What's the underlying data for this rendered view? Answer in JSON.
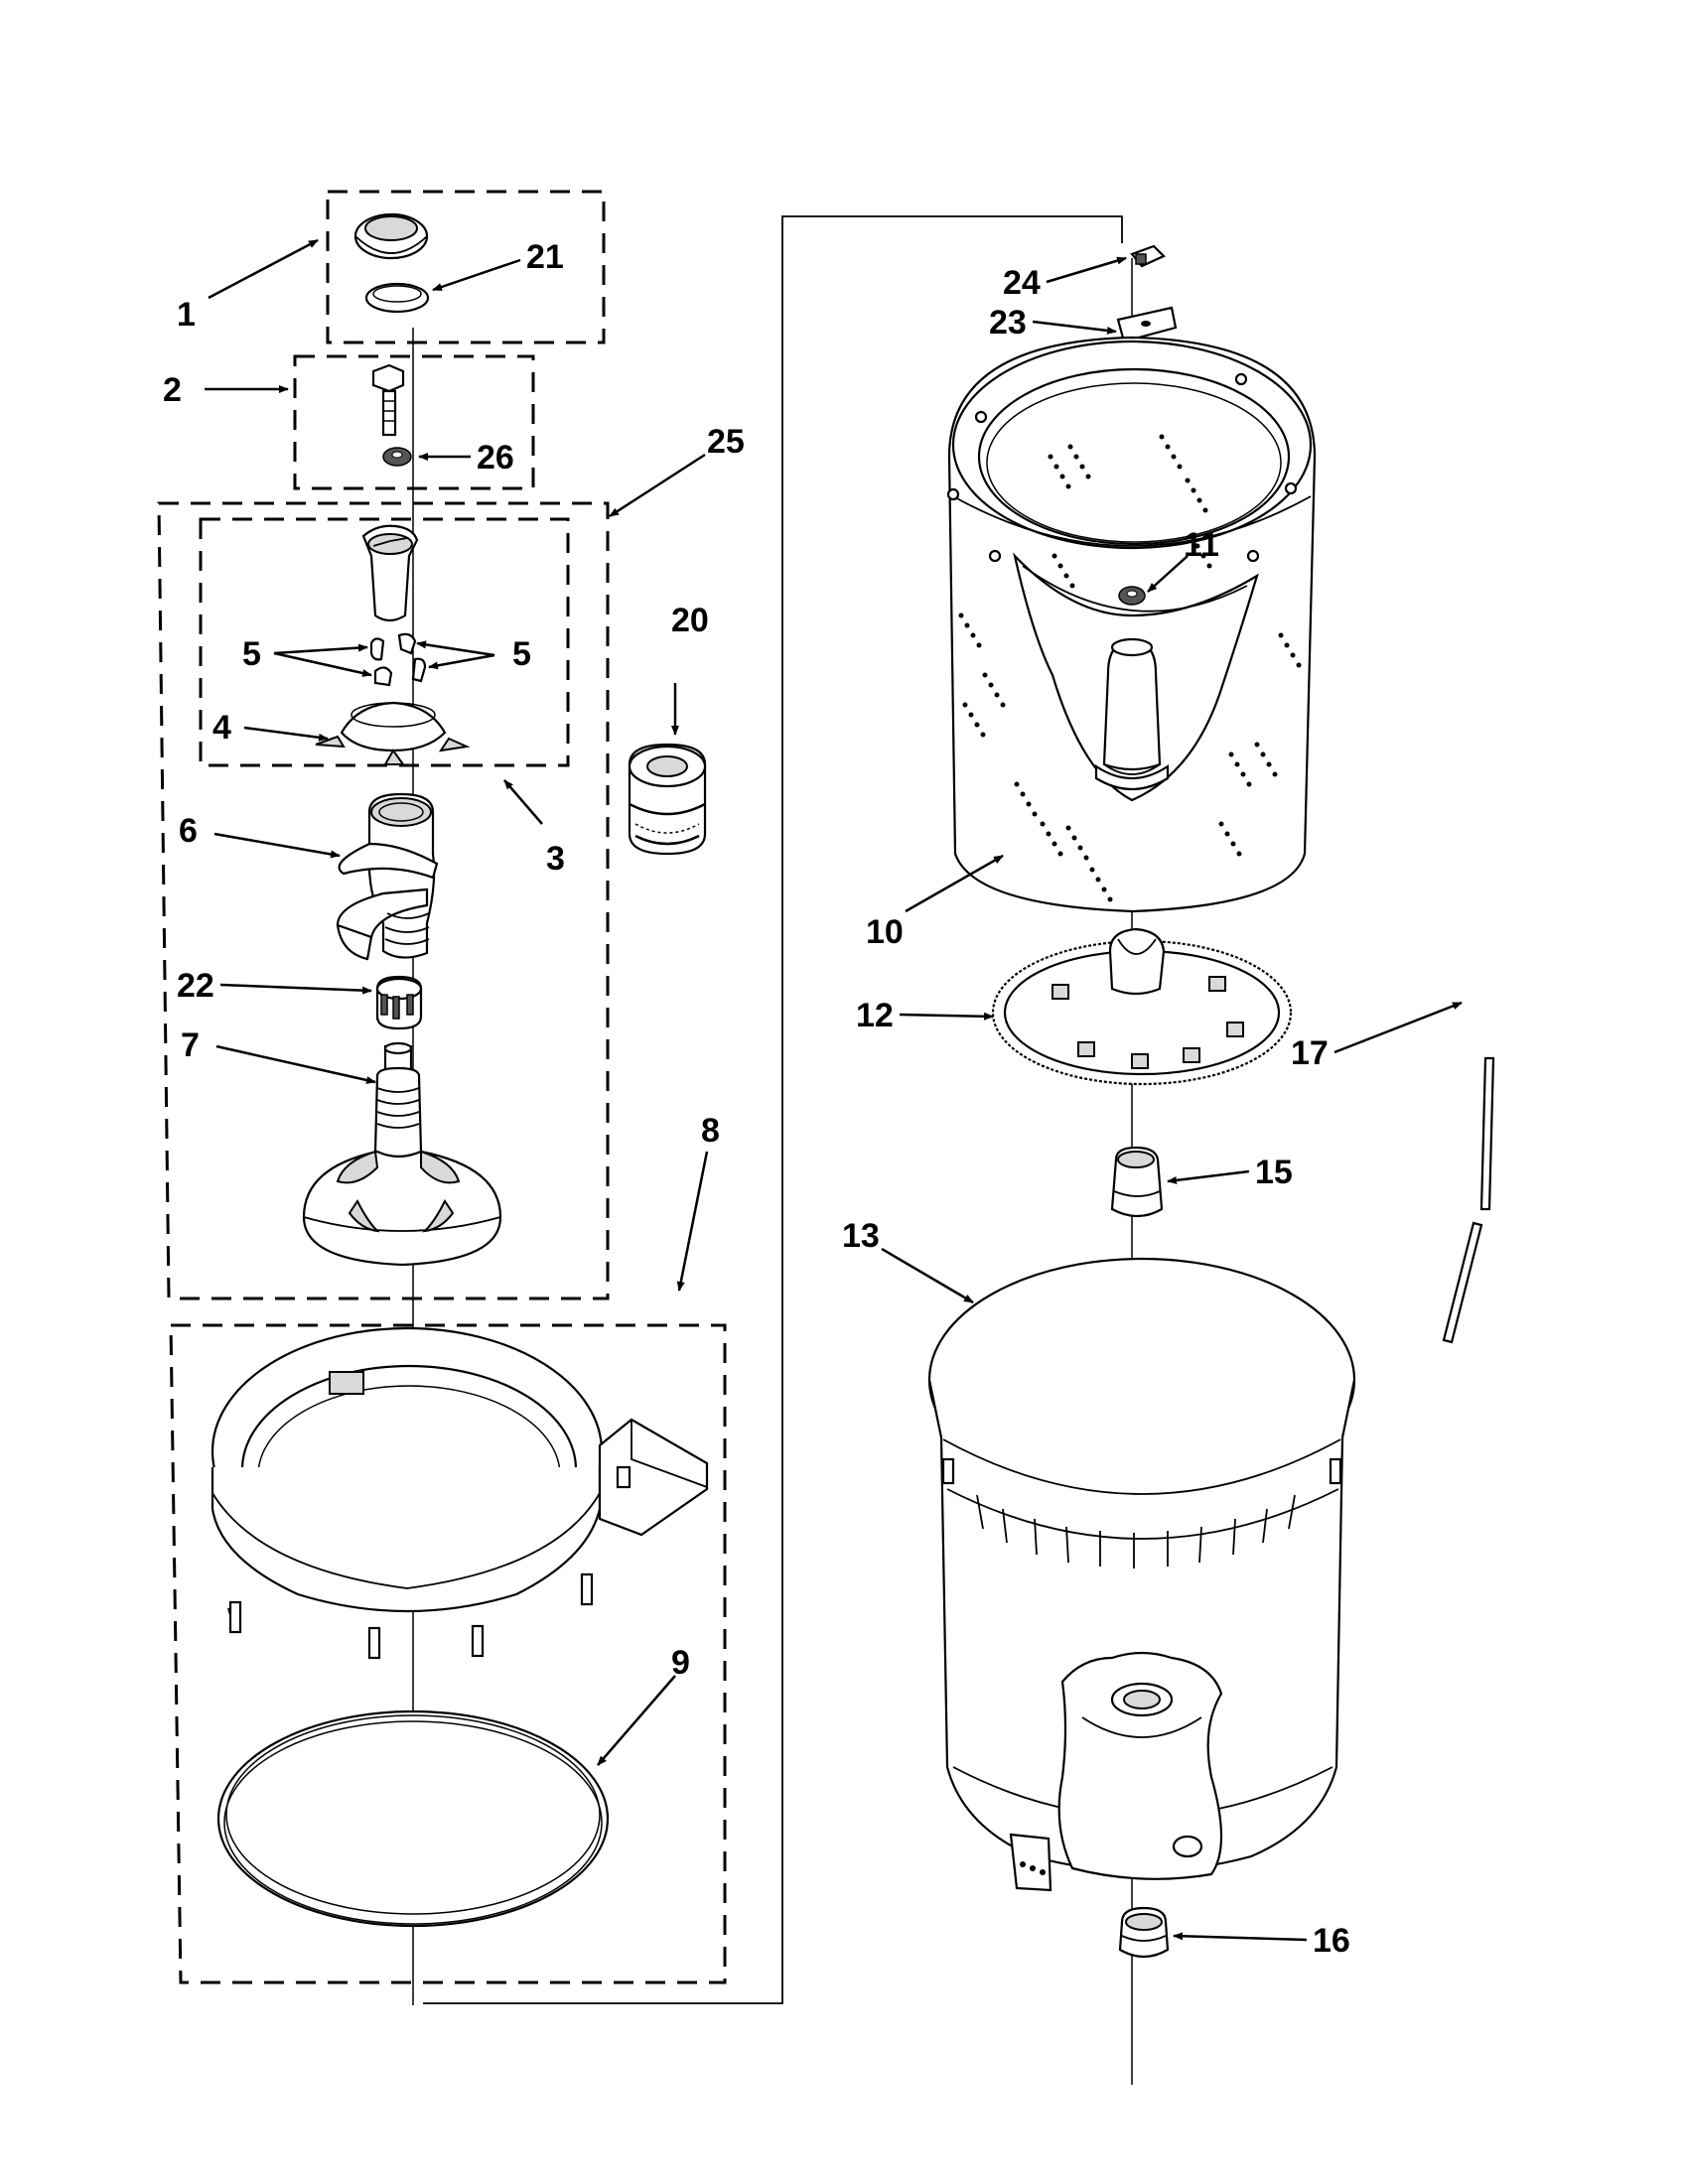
{
  "callouts": {
    "c1": "1",
    "c2": "2",
    "c3": "3",
    "c4": "4",
    "c5a": "5",
    "c5b": "5",
    "c6": "6",
    "c7": "7",
    "c8": "8",
    "c9": "9",
    "c10": "10",
    "c11": "11",
    "c12": "12",
    "c13": "13",
    "c15": "15",
    "c16": "16",
    "c17": "17",
    "c20": "20",
    "c21": "21",
    "c22": "22",
    "c23": "23",
    "c24": "24",
    "c25": "25",
    "c26": "26"
  }
}
